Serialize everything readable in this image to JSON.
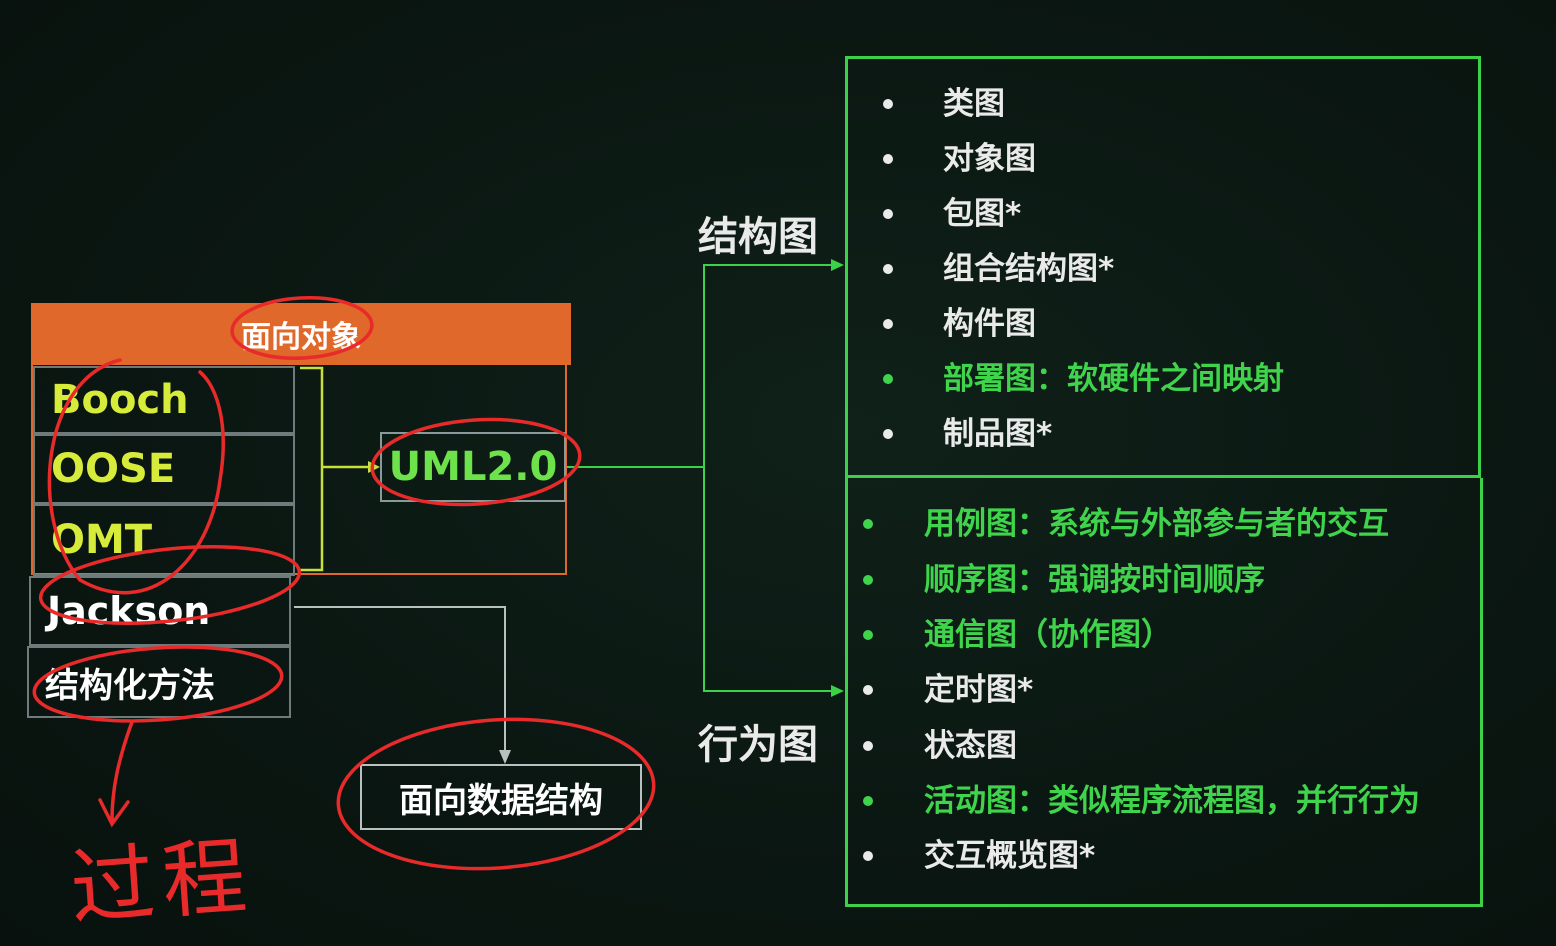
{
  "left_block": {
    "header": "面向对象",
    "oo_methods": [
      "Booch",
      "OOSE",
      "OMT"
    ],
    "other_methods": [
      "Jackson",
      "结构化方法"
    ],
    "uml": "UML2.0",
    "data_structure": "面向数据结构",
    "annotation": "过程"
  },
  "categories": {
    "structure": "结构图",
    "behavior": "行为图"
  },
  "structure_items": [
    {
      "text": "类图",
      "color": "white"
    },
    {
      "text": "对象图",
      "color": "white"
    },
    {
      "text": "包图*",
      "color": "white"
    },
    {
      "text": "组合结构图*",
      "color": "white"
    },
    {
      "text": "构件图",
      "color": "white"
    },
    {
      "text": "部署图：软硬件之间映射",
      "color": "green"
    },
    {
      "text": "制品图*",
      "color": "white"
    }
  ],
  "behavior_items": [
    {
      "text": "用例图：系统与外部参与者的交互",
      "color": "green"
    },
    {
      "text": "顺序图：强调按时间顺序",
      "color": "green"
    },
    {
      "text": "通信图（协作图）",
      "color": "green"
    },
    {
      "text": "定时图*",
      "color": "white"
    },
    {
      "text": "状态图",
      "color": "white"
    },
    {
      "text": "活动图：类似程序流程图，并行行为",
      "color": "green"
    },
    {
      "text": "交互概览图*",
      "color": "white"
    }
  ],
  "colors": {
    "accent_orange": "#e0682a",
    "accent_green": "#3bd24a",
    "annotation_red": "#e82a2a",
    "method_yellow": "#d7ec3a"
  }
}
